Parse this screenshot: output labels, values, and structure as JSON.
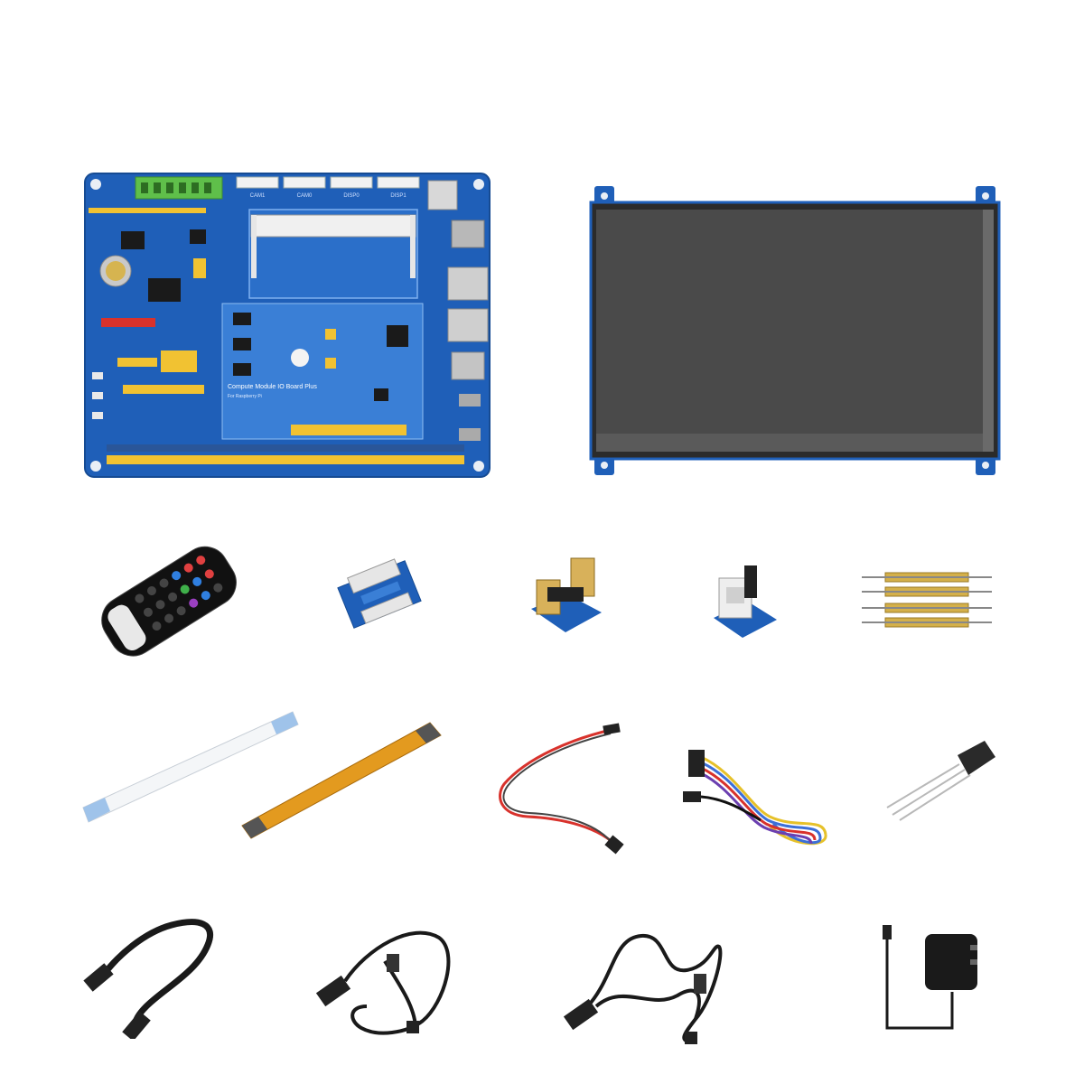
{
  "board": {
    "title": "Compute Module IO Board Plus",
    "subtitle": "For Raspberry Pi",
    "port_labels": [
      "CAM1",
      "CAM0",
      "DISP0",
      "DISP1"
    ]
  },
  "colors": {
    "pcb_blue": "#1f5fb8",
    "pcb_light": "#3a7fd6",
    "gold": "#d9b43a",
    "screen": "#4a4a4a",
    "cable_orange": "#e39a1f",
    "wire_red": "#d8322c"
  },
  "items": [
    "io-board",
    "lcd-display",
    "ir-remote",
    "fpc-adapter",
    "hdmi-adapter-a",
    "hdmi-adapter-b",
    "pin-headers",
    "ffc-cable-white",
    "ffc-cable-orange",
    "jumper-wire-red",
    "jumper-wires-multi",
    "temperature-sensor",
    "hdmi-cable",
    "usb-cable-dual",
    "usb-cable-ferrite",
    "power-adapter"
  ]
}
